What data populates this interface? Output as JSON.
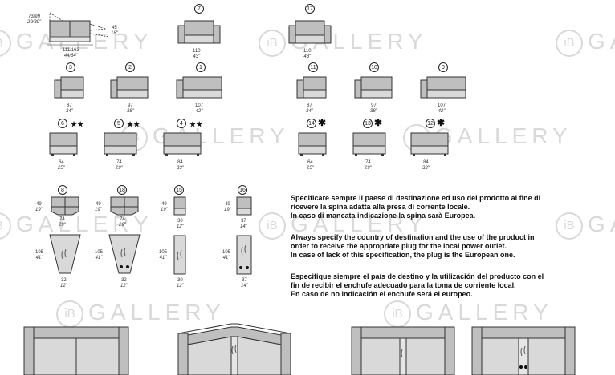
{
  "watermark": {
    "brand": "GALLERY",
    "logo": "iB"
  },
  "dims": {
    "sofa_top": {
      "left": "73/99",
      "left_in": "29/39\"",
      "right": "45",
      "right_in": "18\"",
      "bottom": "111/163",
      "bottom_in": "44/64\""
    },
    "m7": {
      "cm": "110",
      "in": "43\""
    },
    "m17": {
      "cm": "110",
      "in": "43\""
    },
    "m3": {
      "cm": "87",
      "in": "34\""
    },
    "m2": {
      "cm": "97",
      "in": "38\""
    },
    "m1": {
      "cm": "107",
      "in": "42\""
    },
    "m11": {
      "cm": "87",
      "in": "34\""
    },
    "m10": {
      "cm": "97",
      "in": "38\""
    },
    "m9": {
      "cm": "107",
      "in": "42\""
    },
    "m6": {
      "cm": "64",
      "in": "25\""
    },
    "m5": {
      "cm": "74",
      "in": "29\""
    },
    "m4": {
      "cm": "84",
      "in": "33\""
    },
    "m14": {
      "cm": "64",
      "in": "25\""
    },
    "m13": {
      "cm": "74",
      "in": "29\""
    },
    "m12": {
      "cm": "84",
      "in": "33\""
    },
    "c8": {
      "h": "49",
      "h_in": "19\"",
      "w": "74",
      "w_in": "29\"",
      "d": "105",
      "d_in": "41\"",
      "b": "32",
      "b_in": "12\""
    },
    "c18": {
      "h": "49",
      "h_in": "19\"",
      "w": "74",
      "w_in": "29\"",
      "d": "105",
      "d_in": "41\"",
      "b": "32",
      "b_in": "12\""
    },
    "c15": {
      "h": "49",
      "h_in": "19\"",
      "w": "30",
      "w_in": "12\"",
      "d": "105",
      "d_in": "41\"",
      "b": "30",
      "b_in": "12\""
    },
    "c16": {
      "h": "49",
      "h_in": "19\"",
      "w": "37",
      "w_in": "14\"",
      "d": "105",
      "d_in": "41\"",
      "b": "37",
      "b_in": "14\""
    }
  },
  "labels": {
    "n7": "7",
    "n17": "17",
    "n3": "3",
    "n2": "2",
    "n1": "1",
    "n11": "11",
    "n10": "10",
    "n9": "9",
    "n6": "6",
    "n5": "5",
    "n4": "4",
    "n14": "14",
    "n13": "13",
    "n12": "12",
    "n8": "8",
    "n18": "18",
    "n15": "15",
    "n16": "16",
    "dstar": "★★",
    "star": "✱"
  },
  "text": {
    "it": [
      "Specificare sempre il paese di destinazione ed uso del prodotto al fine di",
      "ricevere la spina adatta alla presa di corrente locale.",
      "In caso di mancata indicazione la spina sarà Europea."
    ],
    "en": [
      "Always specify the country of destination and the use of the product in",
      "order to receive the appropriate plug for the local power outlet.",
      "In case of lack of this specification, the plug is the European one."
    ],
    "es": [
      "Especifique siempre el país de destino y la utilización del producto con el",
      "fin de recibir el enchufe adecuado para la toma de corriente local.",
      "En caso de no indicación el enchufe será el europeo."
    ]
  }
}
